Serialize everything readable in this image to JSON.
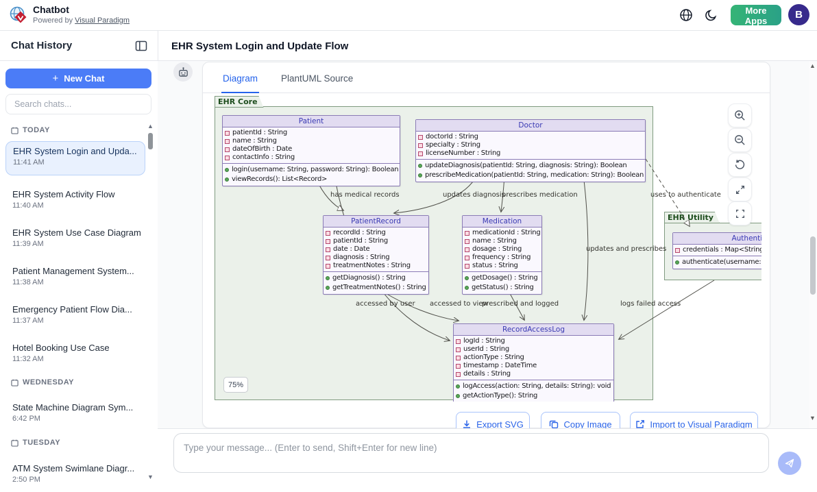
{
  "header": {
    "app_title": "Chatbot",
    "powered_by_prefix": "Powered by",
    "powered_by_link": "Visual Paradigm",
    "more_apps_label": "More Apps",
    "avatar_initial": "B"
  },
  "sidebar": {
    "title": "Chat History",
    "new_chat_label": "New Chat",
    "search_placeholder": "Search chats...",
    "sections": [
      {
        "label": "TODAY",
        "items": [
          {
            "title": "EHR System Login and Upda...",
            "time": "11:41 AM",
            "selected": true
          },
          {
            "title": "EHR System Activity Flow",
            "time": "11:40 AM",
            "selected": false
          },
          {
            "title": "EHR System Use Case Diagram",
            "time": "11:39 AM",
            "selected": false
          },
          {
            "title": "Patient Management System...",
            "time": "11:38 AM",
            "selected": false
          },
          {
            "title": "Emergency Patient Flow Dia...",
            "time": "11:37 AM",
            "selected": false
          },
          {
            "title": "Hotel Booking Use Case",
            "time": "11:32 AM",
            "selected": false
          }
        ]
      },
      {
        "label": "WEDNESDAY",
        "items": [
          {
            "title": "State Machine Diagram Sym...",
            "time": "6:42 PM",
            "selected": false
          }
        ]
      },
      {
        "label": "TUESDAY",
        "items": [
          {
            "title": "ATM System Swimlane Diagr...",
            "time": "2:50 PM",
            "selected": false
          }
        ]
      }
    ]
  },
  "main": {
    "title": "EHR System Login and Update Flow",
    "tabs": [
      {
        "label": "Diagram"
      },
      {
        "label": "PlantUML Source"
      }
    ],
    "zoom_level": "75%",
    "actions": [
      {
        "label": "Export SVG"
      },
      {
        "label": "Copy Image"
      },
      {
        "label": "Import to Visual Paradigm"
      }
    ]
  },
  "composer": {
    "placeholder": "Type your message... (Enter to send, Shift+Enter for new line)"
  },
  "glyphs": {
    "plus": "+",
    "scroll_up": "▲",
    "scroll_down": "▼"
  },
  "colors": {
    "accent_blue": "#4b7cf7",
    "tab_blue": "#2563eb",
    "more_apps_green_start": "#35b476",
    "more_apps_green_end": "#2aa187",
    "avatar_purple": "#372a8c",
    "selected_chat_bg": "#e9f1fe",
    "package_fill": "#ebf1ea",
    "package_border": "#7f9a7f",
    "class_header_bg": "#e2dcf1",
    "class_border": "#8a7bb5",
    "class_name_text": "#3939b3",
    "edge_color": "#50504a"
  },
  "diagram": {
    "packages": [
      {
        "name": "EHR Core"
      },
      {
        "name": "EHR Utility"
      }
    ],
    "classes": [
      {
        "name": "Patient",
        "attributes": [
          "patientId : String",
          "name : String",
          "dateOfBirth : Date",
          "contactInfo : String"
        ],
        "methods": [
          "login(username: String, password: String): Boolean",
          "viewRecords(): List<Record>"
        ]
      },
      {
        "name": "Doctor",
        "attributes": [
          "doctorId : String",
          "specialty : String",
          "licenseNumber : String"
        ],
        "methods": [
          "updateDiagnosis(patientId: String, diagnosis: String): Boolean",
          "prescribeMedication(patientId: String, medication: String): Boolean"
        ]
      },
      {
        "name": "PatientRecord",
        "attributes": [
          "recordId : String",
          "patientId : String",
          "date : Date",
          "diagnosis : String",
          "treatmentNotes : String"
        ],
        "methods": [
          "getDiagnosis() : String",
          "getTreatmentNotes() : String"
        ]
      },
      {
        "name": "Medication",
        "attributes": [
          "medicationId : String",
          "name : String",
          "dosage : String",
          "frequency : String",
          "status : String"
        ],
        "methods": [
          "getDosage() : String",
          "getStatus() : String"
        ]
      },
      {
        "name": "RecordAccessLog",
        "attributes": [
          "logId : String",
          "userId : String",
          "actionType : String",
          "timestamp : DateTime",
          "details : String"
        ],
        "methods": [
          "logAccess(action: String, details: String): void",
          "getActionType(): String"
        ]
      },
      {
        "name": "Authentication",
        "attributes": [
          "credentials : Map<String"
        ],
        "methods": [
          "authenticate(username: S"
        ]
      }
    ],
    "edge_labels": [
      "has medical records",
      "updates diagnosis",
      "prescribes medication",
      "uses to authenticate",
      "updates and prescribes",
      "accessed by user",
      "accessed to view",
      "prescribed and logged",
      "logs failed access"
    ]
  }
}
